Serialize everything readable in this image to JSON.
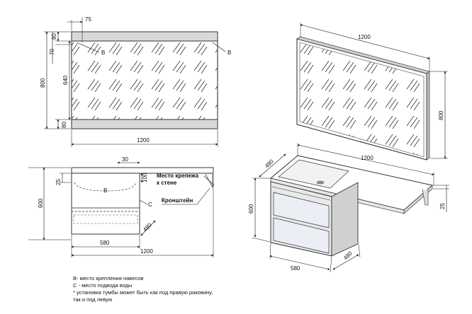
{
  "mirror_front": {
    "width_total": "1200",
    "offset_left": "75",
    "height_total": "800",
    "height_glass": "640",
    "height_top_band": "80",
    "height_bottom_band": "80",
    "height_mount": "70",
    "mount_left": "B",
    "mount_right": "B"
  },
  "mirror_iso": {
    "width": "1200",
    "height": "800"
  },
  "cabinet_front": {
    "offset_top": "30",
    "height_top": "25",
    "height_total": "600",
    "depth_right": "100",
    "depth_side": "480",
    "width_cabinet": "580",
    "width_total": "1200",
    "mount_label": "B",
    "water_label": "C",
    "callout_mount": "Место крепежа\nк стене",
    "callout_bracket": "Кронштейн"
  },
  "cabinet_iso": {
    "depth_top": "480",
    "width_top": "1200",
    "height": "600",
    "width_bottom": "580",
    "depth_bottom": "480",
    "bracket_height": "25"
  },
  "legend": {
    "line1": "В- место крепления навесов",
    "line2": "С - место подвода воды",
    "line3": "* установка тумбы может быть как под правую раковину,",
    "line4": "так и под левую"
  }
}
